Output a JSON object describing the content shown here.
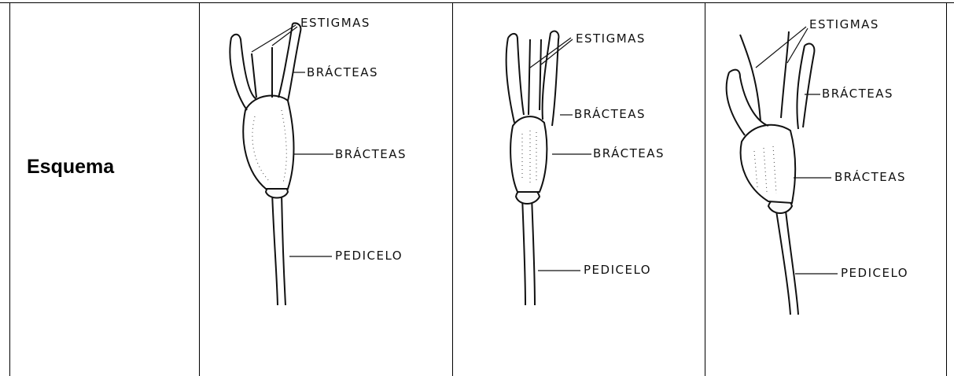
{
  "table": {
    "row_label": "Esquema"
  },
  "panels": [
    {
      "labels": {
        "stigmas": "ESTIGMAS",
        "bracts_top": "BRÁCTEAS",
        "bracts_mid": "BRÁCTEAS",
        "pedicel": "PEDICELO"
      }
    },
    {
      "labels": {
        "stigmas": "ESTIGMAS",
        "bracts_top": "BRÁCTEAS",
        "bracts_mid": "BRÁCTEAS",
        "pedicel": "PEDICELO"
      }
    },
    {
      "labels": {
        "stigmas": "ESTIGMAS",
        "bracts_top": "BRÁCTEAS",
        "bracts_mid": "BRÁCTEAS",
        "pedicel": "PEDICELO"
      }
    }
  ]
}
